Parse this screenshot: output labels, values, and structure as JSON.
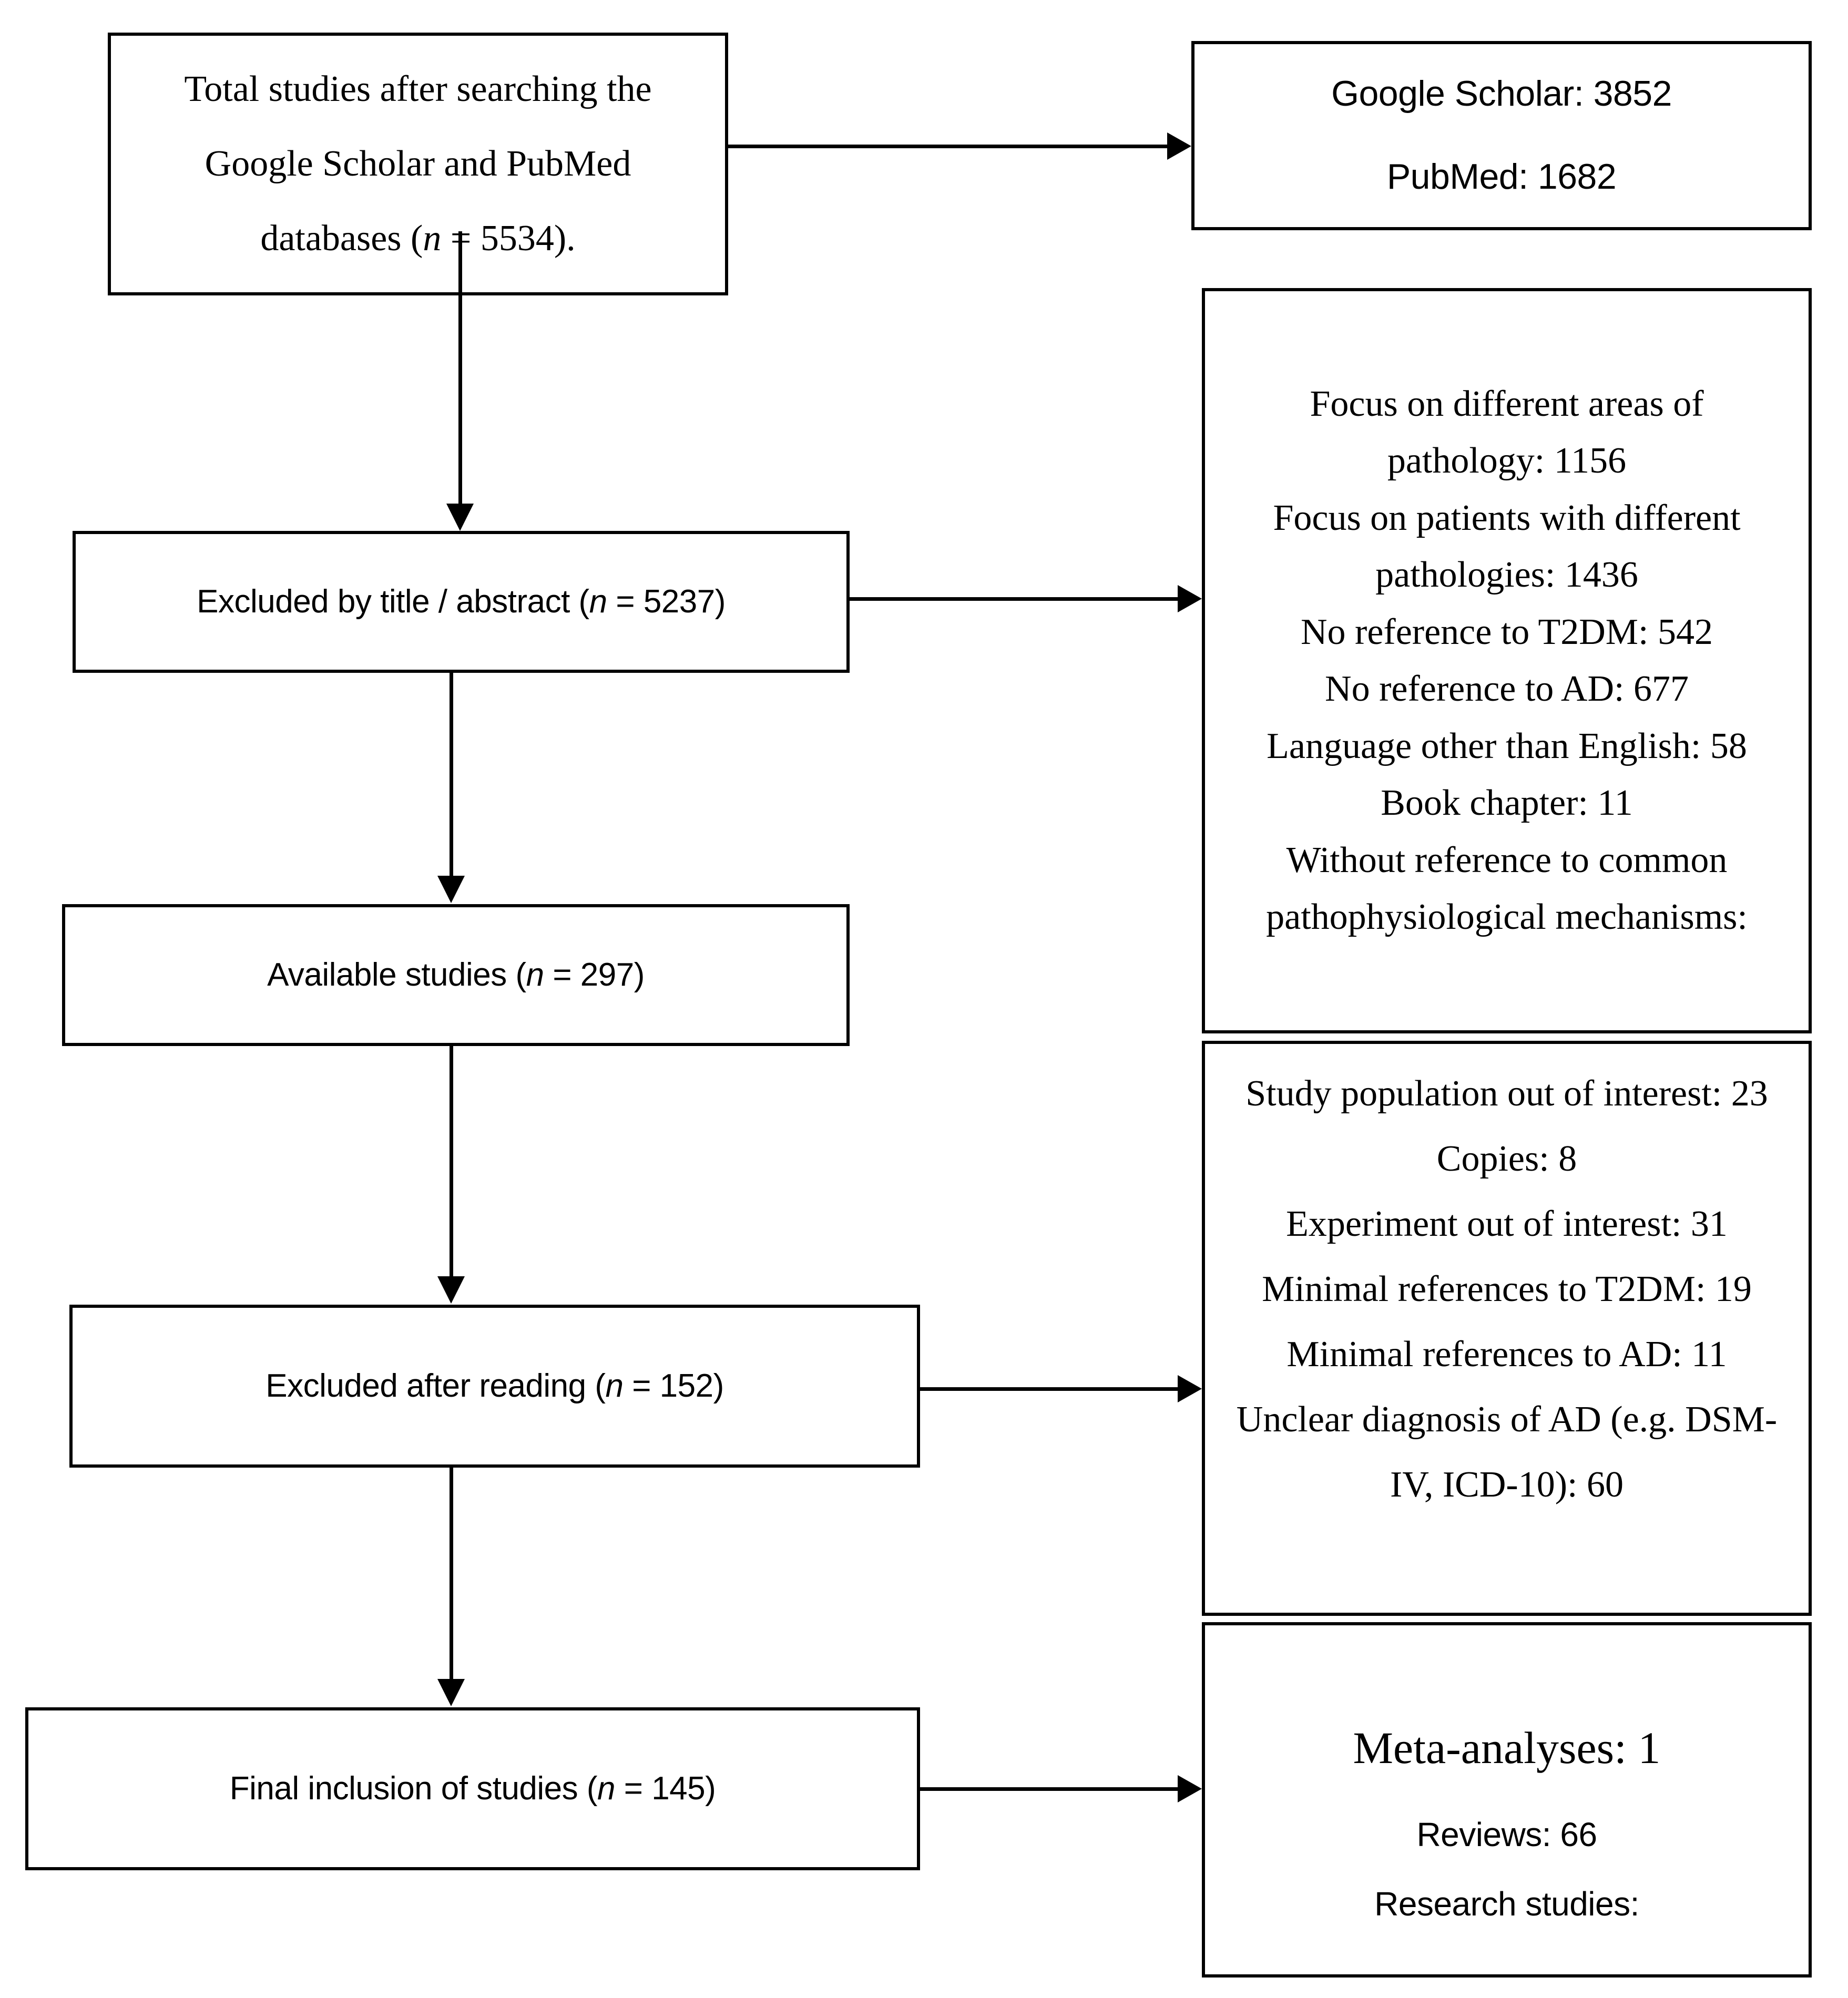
{
  "diagram": {
    "type": "prisma-flow-diagram",
    "title": "Study selection flow diagram",
    "flow_boxes": [
      {
        "id": "total-studies",
        "lines": [
          "Total studies after searching the",
          "Google Scholar and PubMed",
          "databases (n = 5534)."
        ],
        "n": 5534
      },
      {
        "id": "excluded-title-abstract",
        "lines": [
          "Excluded by title / abstract (n = 5237)"
        ],
        "n": 5237
      },
      {
        "id": "available-studies",
        "lines": [
          "Available studies (n = 297)"
        ],
        "n": 297
      },
      {
        "id": "excluded-after-reading",
        "lines": [
          "Excluded after reading (n = 152)"
        ],
        "n": 152
      },
      {
        "id": "final-inclusion",
        "lines": [
          "Final inclusion of studies (n = 145)"
        ],
        "n": 145
      }
    ],
    "side_boxes": [
      {
        "id": "database-counts",
        "lines": [
          "Google Scholar: 3852",
          "PubMed: 1682"
        ],
        "items": [
          {
            "label": "Google Scholar",
            "value": 3852
          },
          {
            "label": "PubMed",
            "value": 1682
          }
        ]
      },
      {
        "id": "exclusion-reasons-title-abstract",
        "lines": [
          "Focus on different areas of",
          "pathology: 1156",
          "Focus on patients with different",
          "pathologies: 1436",
          "No reference to T2DM: 542",
          "No reference to AD: 677",
          "Language other than English: 58",
          "Book chapter: 11",
          "Without reference to common",
          "pathophysiological mechanisms:"
        ],
        "items": [
          {
            "label": "Focus on different areas of pathology",
            "value": 1156
          },
          {
            "label": "Focus on patients with different pathologies",
            "value": 1436
          },
          {
            "label": "No reference to T2DM",
            "value": 542
          },
          {
            "label": "No reference to AD",
            "value": 677
          },
          {
            "label": "Language other than English",
            "value": 58
          },
          {
            "label": "Book chapter",
            "value": 11
          },
          {
            "label": "Without reference to common pathophysiological mechanisms",
            "value": null
          }
        ]
      },
      {
        "id": "exclusion-reasons-after-reading",
        "lines": [
          "Study population out of interest: 23",
          "Copies: 8",
          "Experiment out of interest: 31",
          "Minimal references to T2DM: 19",
          "Minimal references to AD: 11",
          "Unclear diagnosis of AD (e.g. DSM-",
          "IV, ICD-10): 60"
        ],
        "items": [
          {
            "label": "Study population out of interest",
            "value": 23
          },
          {
            "label": "Copies",
            "value": 8
          },
          {
            "label": "Experiment out of interest",
            "value": 31
          },
          {
            "label": "Minimal references to T2DM",
            "value": 19
          },
          {
            "label": "Minimal references to AD",
            "value": 11
          },
          {
            "label": "Unclear diagnosis of AD (e.g. DSM-IV, ICD-10)",
            "value": 60
          }
        ]
      },
      {
        "id": "included-study-types",
        "lines": [
          "Meta-analyses: 1",
          "Reviews: 66",
          "Research studies:"
        ],
        "items": [
          {
            "label": "Meta-analyses",
            "value": 1
          },
          {
            "label": "Reviews",
            "value": 66
          },
          {
            "label": "Research studies",
            "value": null
          }
        ]
      }
    ],
    "colors": {
      "stroke": "#000000",
      "fill": "#ffffff",
      "text": "#000000"
    }
  },
  "text": {
    "b1_l1": "Total studies after searching the",
    "b1_l2": "Google Scholar and PubMed",
    "b1_l3_pre": "databases (",
    "b1_l3_n": "n",
    "b1_l3_post": " = 5534).",
    "b2_pre": "Excluded by title / abstract (",
    "b2_n": "n",
    "b2_post": " = 5237)",
    "b3_pre": "Available studies (",
    "b3_n": "n",
    "b3_post": " = 297)",
    "b4_pre": "Excluded after reading (",
    "b4_n": "n",
    "b4_post": " = 152)",
    "b5_pre": "Final inclusion of studies (",
    "b5_n": "n",
    "b5_post": " = 145)",
    "r1_l1": "Google Scholar: 3852",
    "r1_l2": "PubMed: 1682",
    "r2_l1": "Focus on different areas of",
    "r2_l2": "pathology: 1156",
    "r2_l3": "Focus on patients with different",
    "r2_l4": "pathologies: 1436",
    "r2_l5": "No reference to T2DM: 542",
    "r2_l6": "No reference to AD: 677",
    "r2_l7": "Language other than English: 58",
    "r2_l8": "Book chapter: 11",
    "r2_l9": "Without reference to common",
    "r2_l10": "pathophysiological mechanisms:",
    "r3_l1": "Study population out of interest: 23",
    "r3_l2": "Copies: 8",
    "r3_l3": "Experiment out of interest: 31",
    "r3_l4": "Minimal references to T2DM: 19",
    "r3_l5": "Minimal references to AD: 11",
    "r3_l6": "Unclear diagnosis of AD (e.g. DSM-",
    "r3_l7": "IV, ICD-10): 60",
    "r4_l1": "Meta-analyses: 1",
    "r4_l2": "Reviews: 66",
    "r4_l3": "Research studies:"
  }
}
